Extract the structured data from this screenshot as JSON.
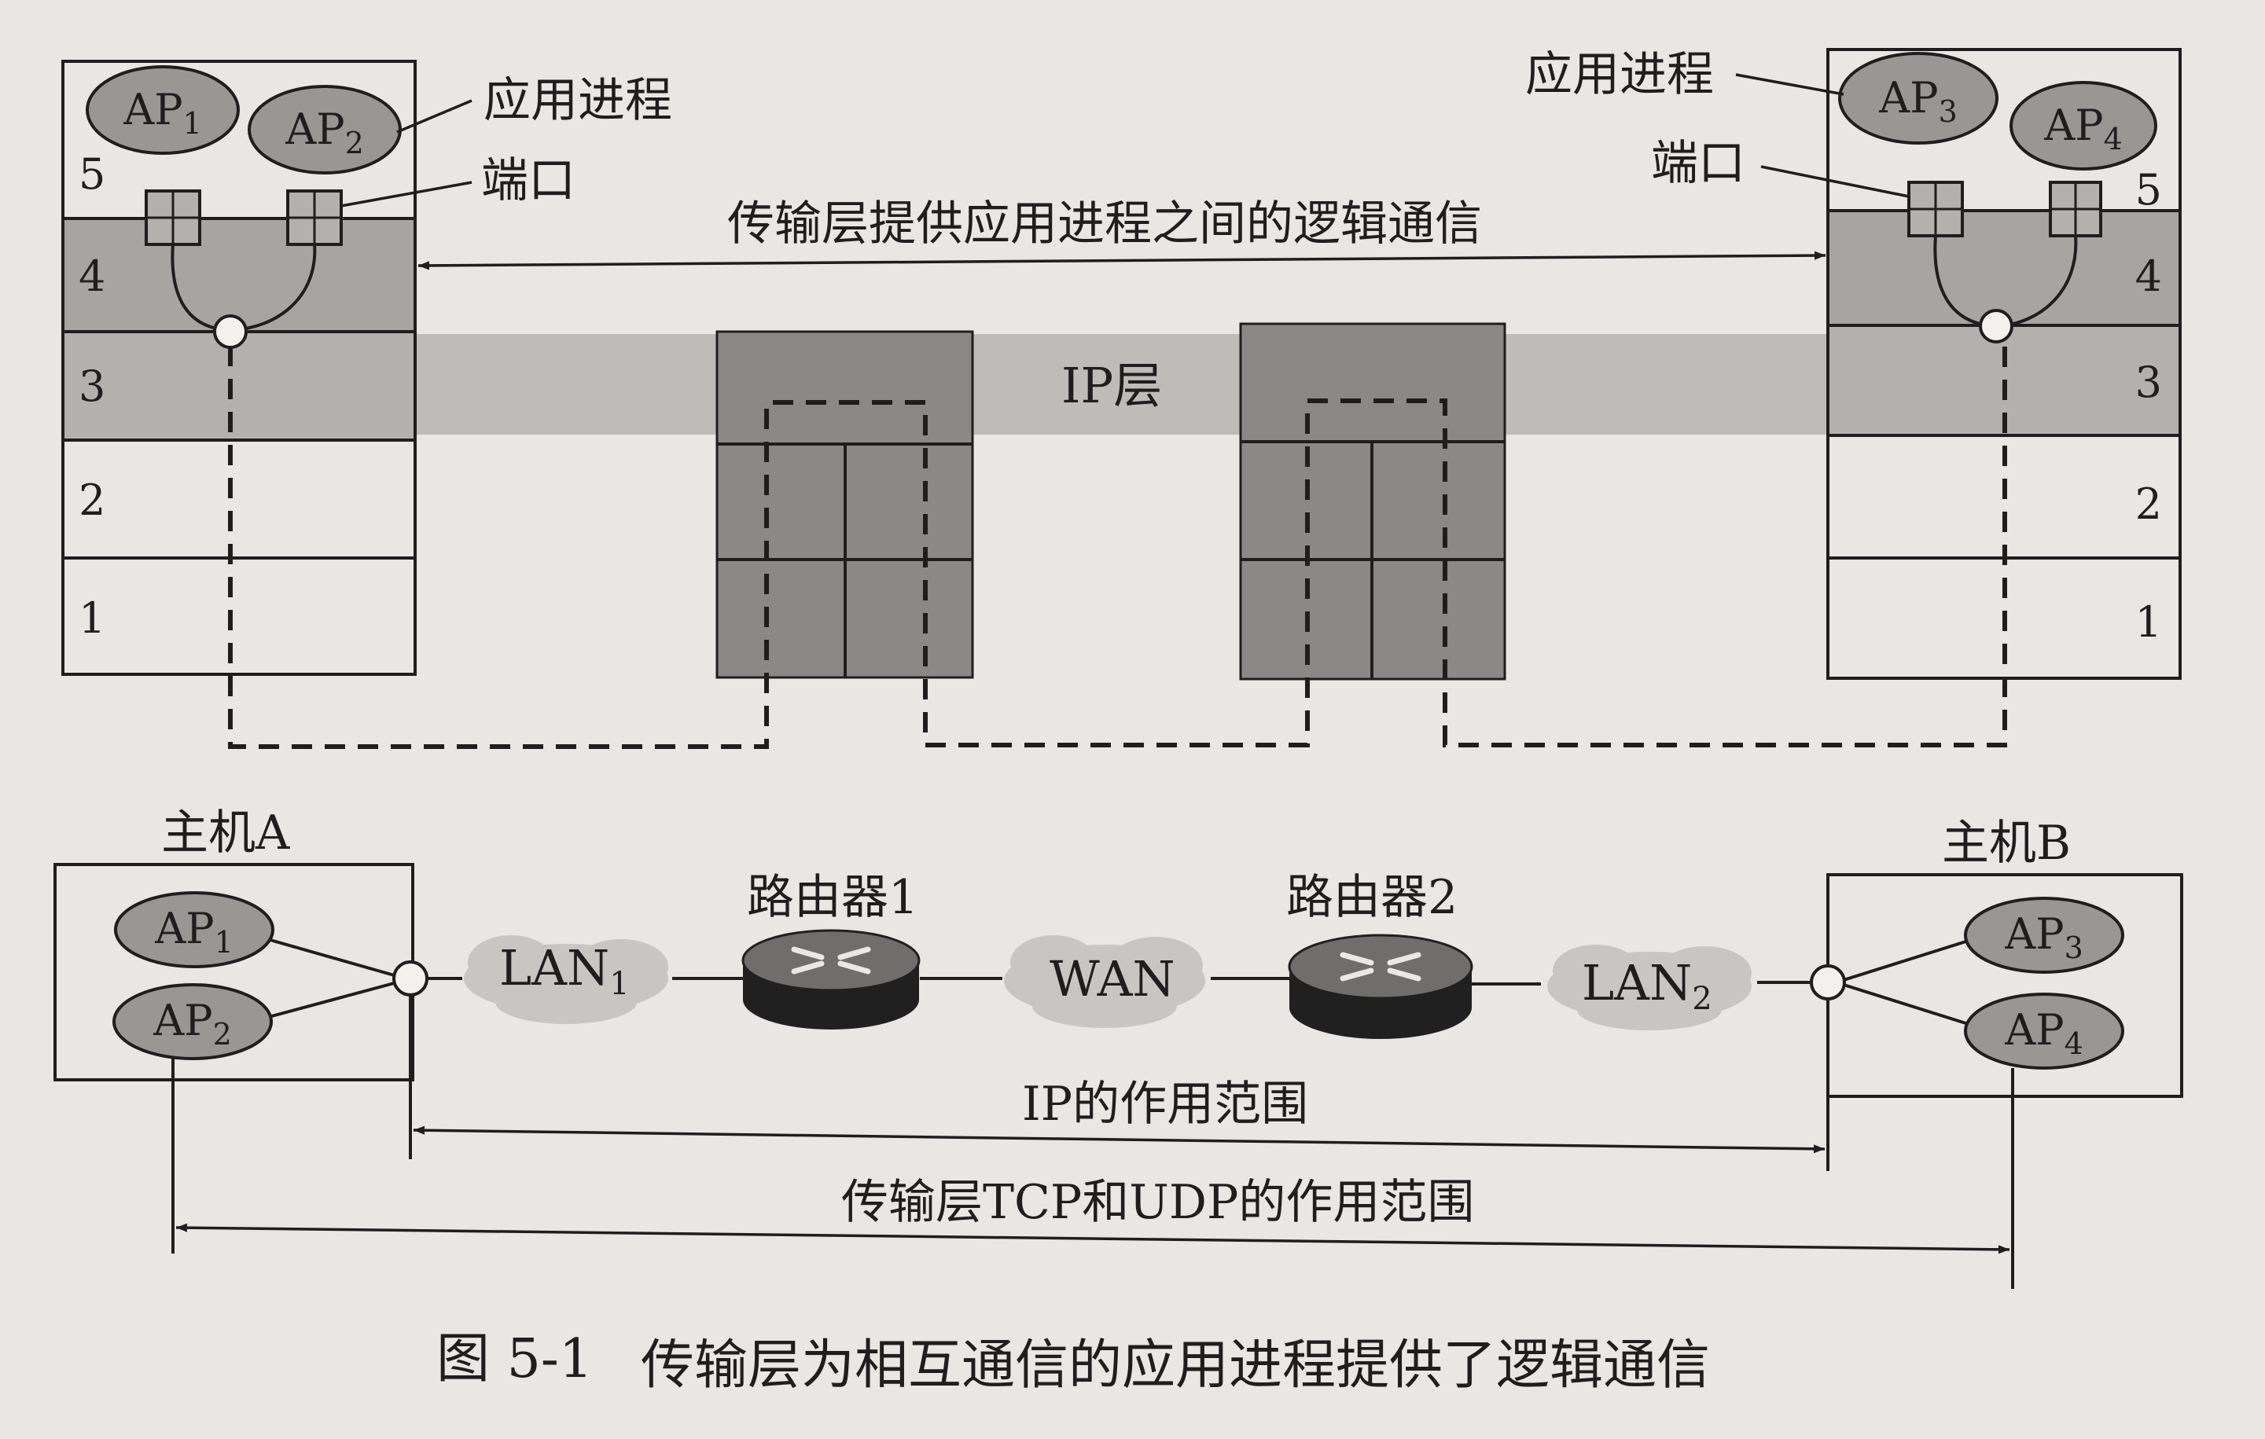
{
  "labels": {
    "app_process": "应用进程",
    "port": "端口",
    "transport_logical": "传输层提供应用进程之间的逻辑通信",
    "ip_layer": "IP层",
    "host_a": "主机A",
    "host_b": "主机B",
    "router1": "路由器1",
    "router2": "路由器2",
    "lan": "LAN",
    "wan": "WAN",
    "ip_scope": "IP的作用范围",
    "tcp_udp_scope": "传输层TCP和UDP的作用范围"
  },
  "layer_numbers": [
    "5",
    "4",
    "3",
    "2",
    "1"
  ],
  "processes": [
    {
      "base": "AP",
      "sub": "1"
    },
    {
      "base": "AP",
      "sub": "2"
    },
    {
      "base": "AP",
      "sub": "3"
    },
    {
      "base": "AP",
      "sub": "4"
    }
  ],
  "lan_subscripts": [
    "1",
    "2"
  ],
  "caption": {
    "number": "图 5-1",
    "text": "传输层为相互通信的应用进程提供了逻辑通信"
  },
  "colors": {
    "background": "#e9e7e3",
    "layer_shade": "#a7a5a2",
    "router_box": "#8b8987",
    "ellipse_fill": "#999794",
    "line": "#1e1e1e",
    "cloud": "#c8c6c3"
  },
  "icons": [
    "router-icon",
    "cloud-icon",
    "port-icon"
  ]
}
